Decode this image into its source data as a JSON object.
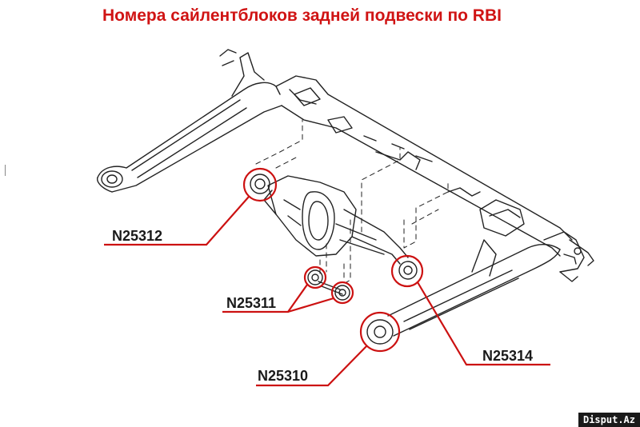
{
  "title": "Номера сайлентблоков задней подвески по RBI",
  "parts": [
    {
      "code": "N25312"
    },
    {
      "code": "N25311"
    },
    {
      "code": "N25310"
    },
    {
      "code": "N25314"
    }
  ],
  "watermark": "Disput.Az",
  "colors": {
    "title": "#d01414",
    "highlight_circle": "#cc1111",
    "leader_line": "#cc1111",
    "part_label": "#1a1a1a",
    "drawing_line": "#222222"
  }
}
